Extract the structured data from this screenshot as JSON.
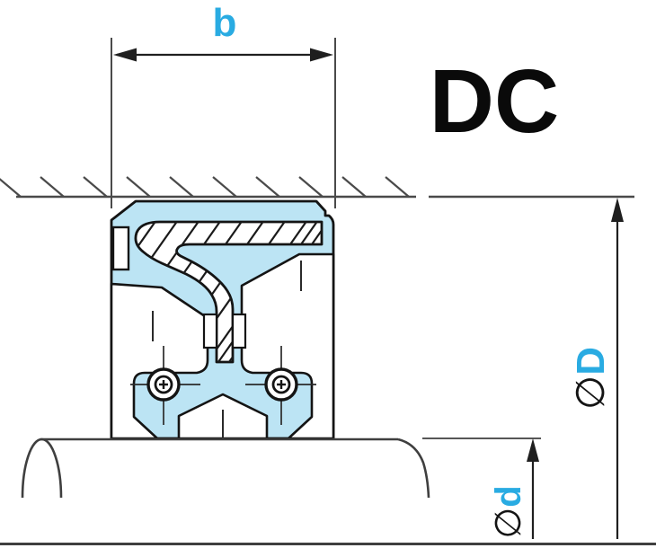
{
  "title": "DC",
  "dimensions": {
    "width_label": "b",
    "outer_diameter": {
      "symbol": "∅",
      "letter": "D"
    },
    "inner_diameter": {
      "symbol": "∅",
      "letter": "d"
    }
  },
  "colors": {
    "accent_cyan": "#29ABE2",
    "rubber_fill": "#BCE4F4",
    "outline_ink": "#141414",
    "drawing_gray": "#4A4A4A",
    "title_ink": "#0A0A0A",
    "white": "#FFFFFF"
  },
  "parts": [
    "housing-bore-surface",
    "outer-rubber-cover",
    "metal-case-insert",
    "garter-spring-left",
    "garter-spring-right",
    "sealing-lips",
    "shaft"
  ]
}
